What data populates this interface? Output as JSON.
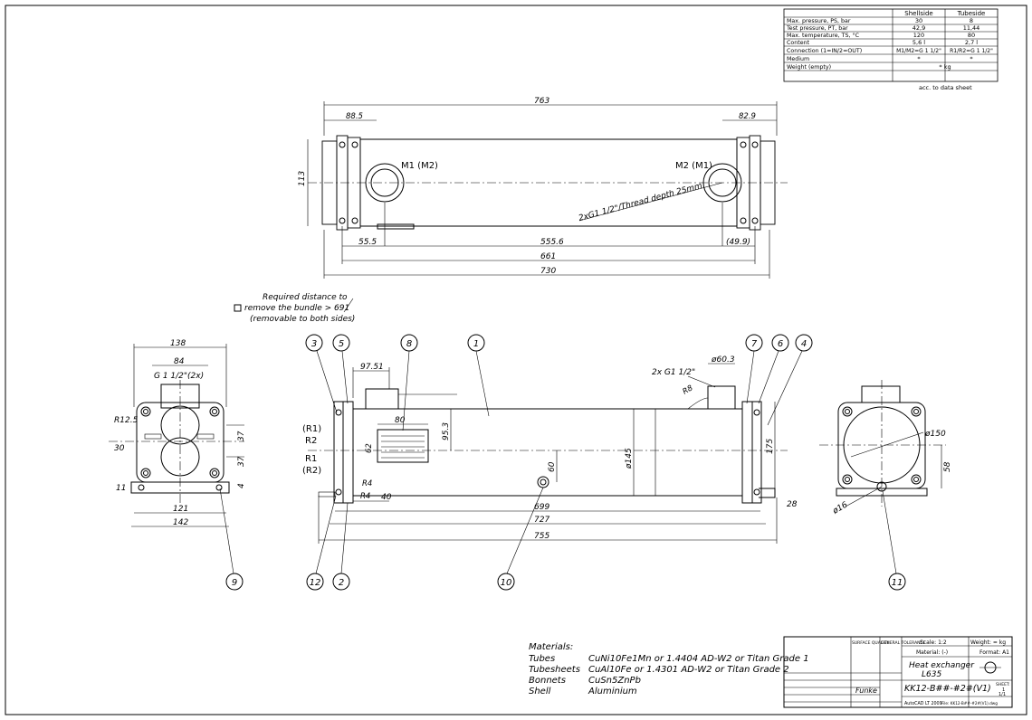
{
  "spec_table": {
    "headers": [
      "",
      "Shellside",
      "Tubeside"
    ],
    "rows": [
      {
        "label": "Max. pressure, PS, bar",
        "shell": "30",
        "tube": "8"
      },
      {
        "label": "Test pressure, PT, bar",
        "shell": "42,9",
        "tube": "11,44"
      },
      {
        "label": "Max. temperature, TS, °C",
        "shell": "120",
        "tube": "80"
      },
      {
        "label": "Content",
        "shell": "5,6  l",
        "tube": "2,7  l"
      },
      {
        "label": "Connection (1=IN/2=OUT)",
        "shell": "M1/M2=G 1 1/2\"",
        "tube": "R1/R2=G 1 1/2\""
      },
      {
        "label": "Medium",
        "shell": "*",
        "tube": "*"
      },
      {
        "label": "Weight (empty)",
        "shell": "* kg",
        "tube": ""
      }
    ],
    "note": "acc.      to data sheet"
  },
  "top_view": {
    "overall": "763",
    "left_offset": "88.5",
    "right_offset": "82.9",
    "height": "113",
    "port_left": "M1 (M2)",
    "port_right": "M2 (M1)",
    "thread_note": "2xG1 1/2\"/Thread depth 25mm",
    "dim_55": "55.5",
    "dim_555": "555.6",
    "dim_499": "(49.9)",
    "dim_661": "661",
    "dim_730": "730"
  },
  "bundle_note": {
    "line1": "Required distance to",
    "line2": "remove the bundle > 691",
    "line3": "(removable to both sides)"
  },
  "left_view": {
    "w138": "138",
    "w84": "84",
    "thread": "G 1 1/2\"(2x)",
    "r125": "R12.5",
    "d30": "30",
    "d11": "11",
    "d37a": "37",
    "d37b": "37",
    "d4": "4",
    "w121": "121",
    "w142": "142",
    "callout": "9"
  },
  "front_view": {
    "d9751": "97.51",
    "thread": "2x G1 1/2\"",
    "dia603": "ø60.3",
    "r8": "R8",
    "d953": "95.3",
    "d80": "80",
    "d62": "62",
    "d60": "60",
    "dia145": "ø145",
    "d175": "175",
    "d28": "28",
    "r4": "R4",
    "r44": "R4",
    "d40": "40",
    "d699": "699",
    "d727": "727",
    "d755": "755",
    "r1": "(R1)",
    "r2": "R2",
    "r1b": "R1",
    "r2b": "(R2)",
    "callouts": [
      "3",
      "5",
      "8",
      "1",
      "7",
      "6",
      "4",
      "12",
      "2",
      "10"
    ]
  },
  "right_view": {
    "dia150": "ø150",
    "d58": "58",
    "dia16": "ø16",
    "callout": "11"
  },
  "materials": {
    "title": "Materials:",
    "items": [
      {
        "name": "Tubes",
        "value": "CuNi10Fe1Mn or 1.4404 AD-W2 or Titan Grade 1"
      },
      {
        "name": "Tubesheets",
        "value": "CuAl10Fe or 1.4301 AD-W2 or Titan Grade 2"
      },
      {
        "name": "Bonnets",
        "value": "CuSn5ZnPb"
      },
      {
        "name": "Shell",
        "value": "Aluminium"
      }
    ]
  },
  "title_block": {
    "scale": "Scale: 1:2",
    "weight": "Weight: = kg",
    "material": "Material: (-)",
    "format": "Format: A1",
    "title1": "Heat exchanger",
    "title2": "L635",
    "drawing_no": "KK12-B##-#2#(V1)",
    "sheet": "SHEET:",
    "sheet_no": "1",
    "sheet_of": "1/1",
    "cad": "AutoCAD LT 2009",
    "file": "File: KK12-B##-#2#(V1).dwg",
    "surface": "SURFACE QUALITY",
    "tolerance": "GENERAL TOLERANCE",
    "logo": "Funke"
  }
}
